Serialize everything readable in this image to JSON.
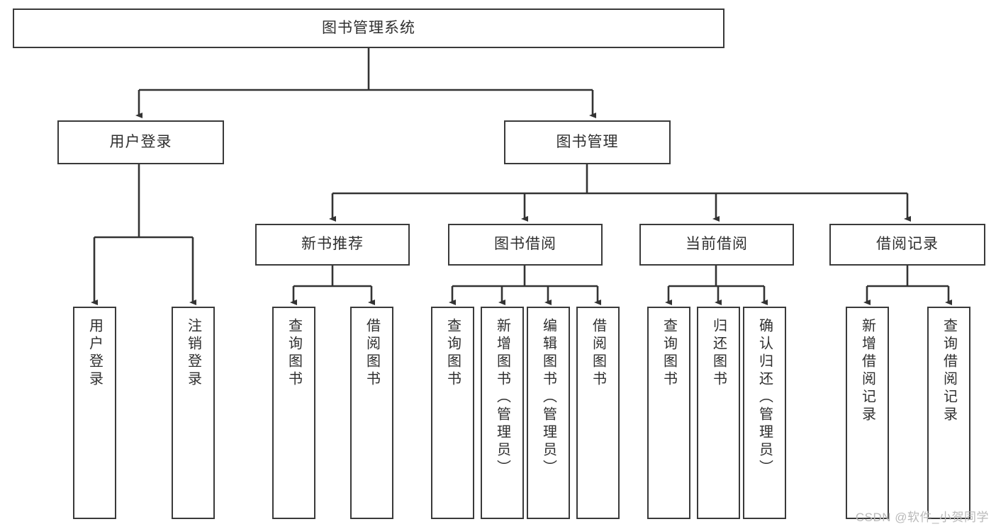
{
  "diagram": {
    "type": "tree",
    "title": "图书管理系统",
    "watermark": "CSDN @软件_小贺同学",
    "colors": {
      "box_border": "#3a3a3a",
      "box_fill": "#ffffff",
      "connector": "#333333",
      "text": "#2f2f2f",
      "watermark": "#b9b9b9"
    },
    "nodes": {
      "root": {
        "label": "图书管理系统"
      },
      "level2": [
        {
          "label": "用户登录"
        },
        {
          "label": "图书管理"
        }
      ],
      "level3": [
        {
          "label": "新书推荐"
        },
        {
          "label": "图书借阅"
        },
        {
          "label": "当前借阅"
        },
        {
          "label": "借阅记录"
        }
      ],
      "leaves": {
        "user_login": [
          {
            "label": "用户登录"
          },
          {
            "label": "注销登录"
          }
        ],
        "new_book": [
          {
            "label": "查询图书"
          },
          {
            "label": "借阅图书"
          }
        ],
        "book_borrow": [
          {
            "label": "查询图书"
          },
          {
            "label": "新增图书（管理员）"
          },
          {
            "label": "编辑图书（管理员）"
          },
          {
            "label": "借阅图书"
          }
        ],
        "current_borrow": [
          {
            "label": "查询图书"
          },
          {
            "label": "归还图书"
          },
          {
            "label": "确认归还（管理员）"
          }
        ],
        "borrow_record": [
          {
            "label": "新增借阅记录"
          },
          {
            "label": "查询借阅记录"
          }
        ]
      }
    }
  }
}
